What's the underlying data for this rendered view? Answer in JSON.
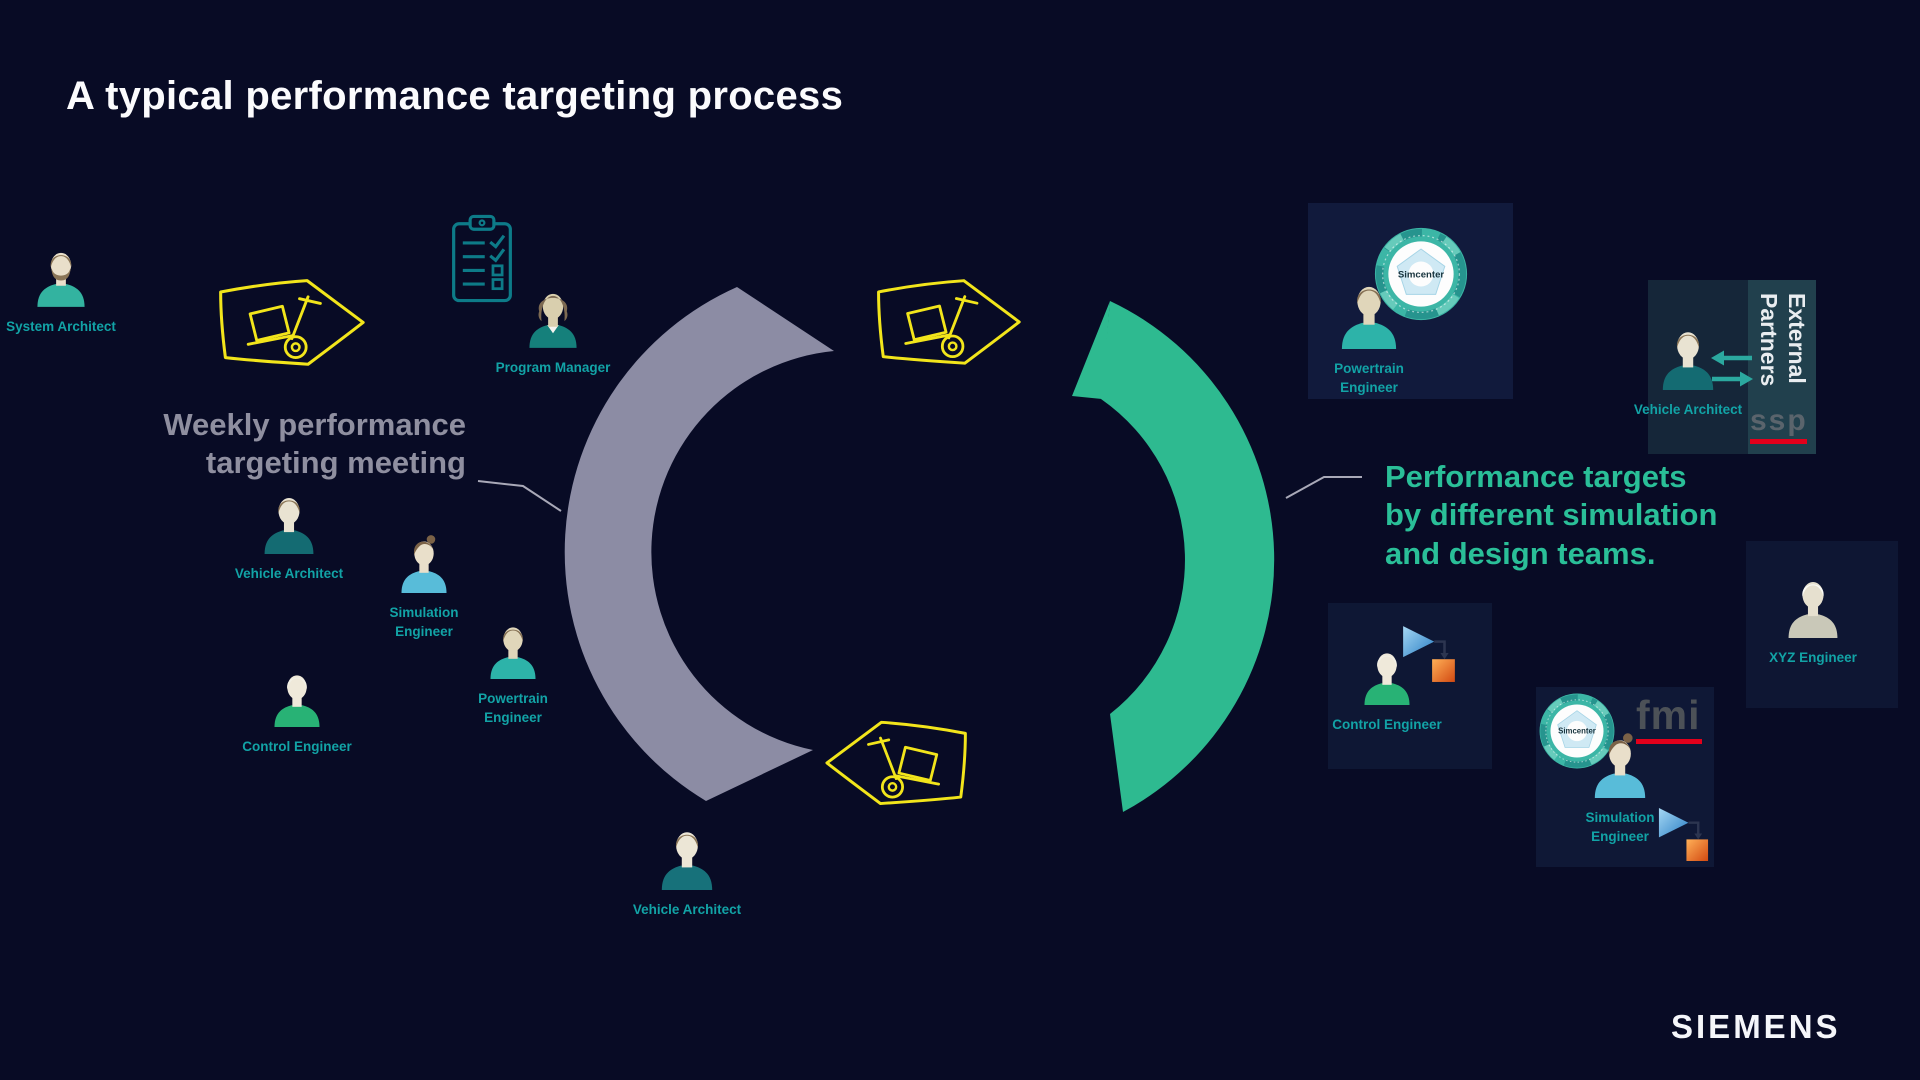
{
  "slide": {
    "title": "A typical performance targeting process",
    "brand": "SIEMENS"
  },
  "annotations": {
    "meeting": {
      "line1": "Weekly performance",
      "line2": "targeting meeting"
    },
    "targets": {
      "line1": "Performance targets",
      "line2": "by different simulation",
      "line3": "and design teams."
    }
  },
  "persons": {
    "system_architect": {
      "label": "System Architect"
    },
    "program_manager": {
      "label": "Program Manager"
    },
    "vehicle_architect_1": {
      "label": "Vehicle Architect"
    },
    "simulation_engineer_1": {
      "label": "Simulation Engineer"
    },
    "powertrain_engineer_1": {
      "label": "Powertrain Engineer"
    },
    "control_engineer_1": {
      "label": "Control Engineer"
    },
    "vehicle_architect_2": {
      "label": "Vehicle Architect"
    },
    "powertrain_engineer_2": {
      "label": "Powertrain Engineer"
    },
    "vehicle_architect_3": {
      "label": "Vehicle Architect"
    },
    "control_engineer_2": {
      "label": "Control Engineer"
    },
    "simulation_engineer_2": {
      "label": "Simulation Engineer"
    },
    "xyz_engineer": {
      "label": "XYZ Engineer"
    }
  },
  "external_panel": {
    "title": "External Partners"
  },
  "logos": {
    "simcenter": "Simcenter",
    "fmi": "fmi",
    "ssp": "ssp"
  },
  "palette": {
    "background": "#080b25",
    "arc_gray": "#8c8ca4",
    "arc_green": "#2eba90",
    "accent_teal": "#12a3a6",
    "note_gray": "#8f8fa0",
    "doodle_yellow": "#f2e51b",
    "logo_red": "#e3001b"
  }
}
